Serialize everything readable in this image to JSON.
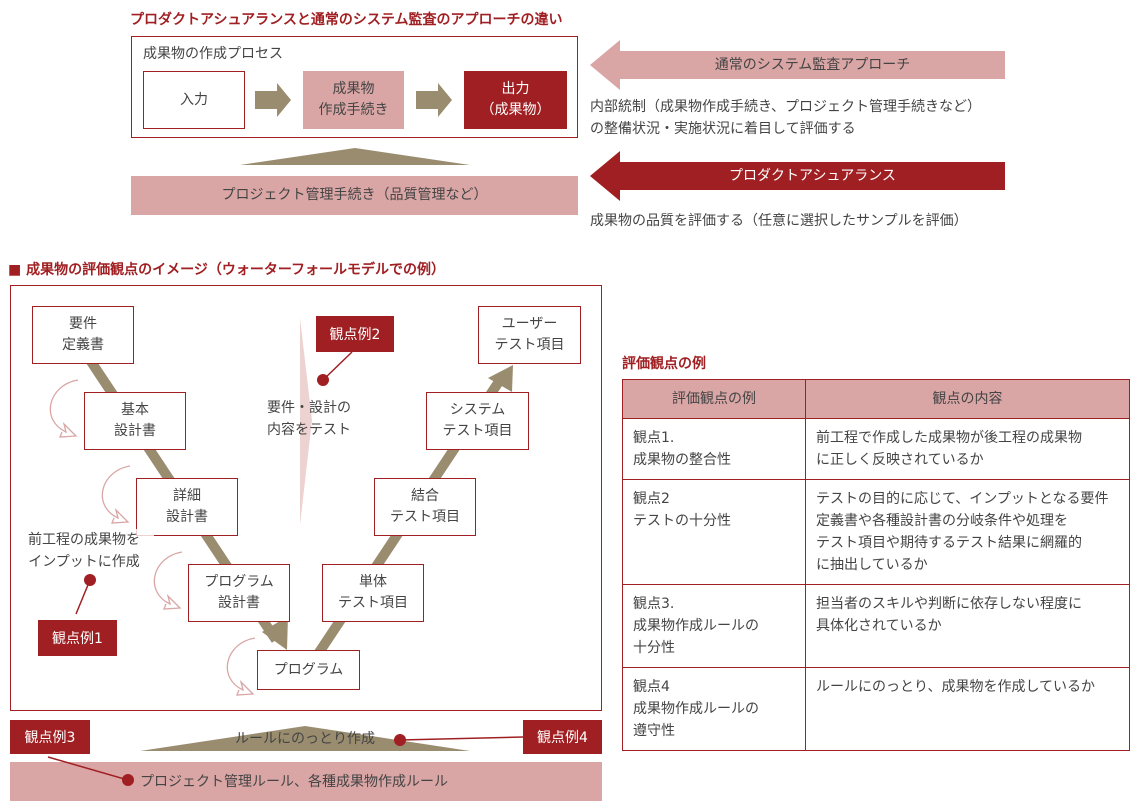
{
  "top": {
    "title": "プロダクトアシュアランスと通常のシステム監査のアプローチの違い",
    "process_label": "成果物の作成プロセス",
    "input": "入力",
    "procedure": [
      "成果物",
      "作成手続き"
    ],
    "output": [
      "出力",
      "（成果物）"
    ],
    "project_procedure": "プロジェクト管理手続き（品質管理など）",
    "normal_audit": "通常のシステム監査アプローチ",
    "normal_desc": [
      "内部統制（成果物作成手続き、プロジェクト管理手続きなど）",
      "の整備状況・実施状況に着目して評価する"
    ],
    "pa": "プロダクトアシュアランス",
    "pa_desc": "成果物の品質を評価する（任意に選択したサンプルを評価）"
  },
  "vmodel": {
    "heading": "■ 成果物の評価観点のイメージ（ウォーターフォールモデルでの例）",
    "left": [
      [
        "要件",
        "定義書"
      ],
      [
        "基本",
        "設計書"
      ],
      [
        "詳細",
        "設計書"
      ],
      [
        "プログラム",
        "設計書"
      ]
    ],
    "bottom": [
      "プログラム"
    ],
    "right": [
      [
        "単体",
        "テスト項目"
      ],
      [
        "結合",
        "テスト項目"
      ],
      [
        "システム",
        "テスト項目"
      ],
      [
        "ユーザー",
        "テスト項目"
      ]
    ],
    "tag1": "観点例1",
    "tag2": "観点例2",
    "tag3": "観点例3",
    "tag4": "観点例4",
    "input_note": [
      "前工程の成果物を",
      "インプットに作成"
    ],
    "test_note": [
      "要件・設計の",
      "内容をテスト"
    ],
    "rule_note": "ルールにのっとり作成",
    "rule_bar": "プロジェクト管理ルール、各種成果物作成ルール"
  },
  "table": {
    "title": "評価観点の例",
    "headers": [
      "評価観点の例",
      "観点の内容"
    ],
    "rows": [
      {
        "name": [
          "観点1.",
          "成果物の整合性"
        ],
        "content": [
          "前工程で作成した成果物が後工程の成果物",
          "に正しく反映されているか"
        ]
      },
      {
        "name": [
          "観点2",
          "テストの十分性"
        ],
        "content": [
          "テストの目的に応じて、インプットとなる要件",
          "定義書や各種設計書の分岐条件や処理を",
          "テスト項目や期待するテスト結果に網羅的",
          "に抽出しているか"
        ]
      },
      {
        "name": [
          "観点3.",
          "成果物作成ルールの",
          "十分性"
        ],
        "content": [
          "担当者のスキルや判断に依存しない程度に",
          "具体化されているか"
        ]
      },
      {
        "name": [
          "観点4",
          "成果物作成ルールの",
          "遵守性"
        ],
        "content": [
          "ルールにのっとり、成果物を作成しているか"
        ]
      }
    ]
  },
  "colors": {
    "accent": "#a01f22",
    "pink": "#d9a5a5",
    "olive": "#9a8c6e"
  }
}
